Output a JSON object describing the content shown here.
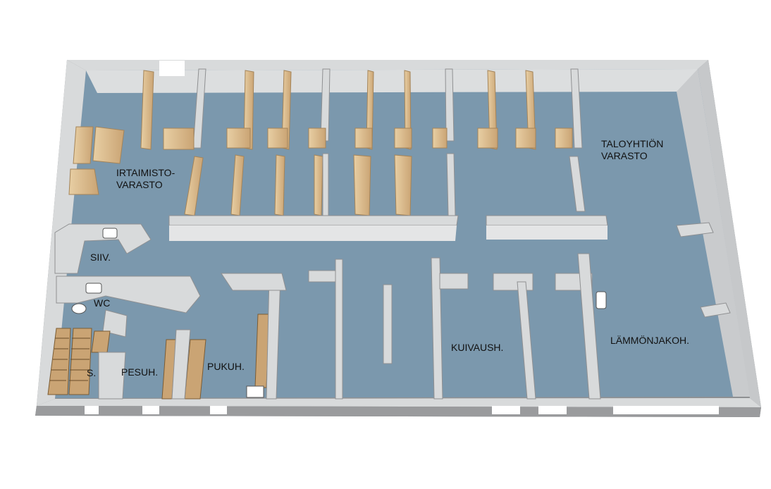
{
  "rooms": {
    "irtaimisto_l1": "IRTAIMISTO-",
    "irtaimisto_l2": "VARASTO",
    "taloyhtion_l1": "TALOYHTIÖN",
    "taloyhtion_l2": "VARASTO",
    "siiv": "SIIV.",
    "wc": "WC",
    "s": "S.",
    "pesuh": "PESUH.",
    "pukuh": "PUKUH.",
    "kuivaush": "KUIVAUSH.",
    "lammonjakoh": "LÄMMÖNJAKOH."
  },
  "colors": {
    "floor": "#7b98ad",
    "wall_top": "#d8dadb",
    "wall_side": "#8f9092",
    "wall_dark": "#6e6f71",
    "wood": "#d9b98a",
    "wood_dark": "#b89668",
    "white": "#ffffff"
  }
}
